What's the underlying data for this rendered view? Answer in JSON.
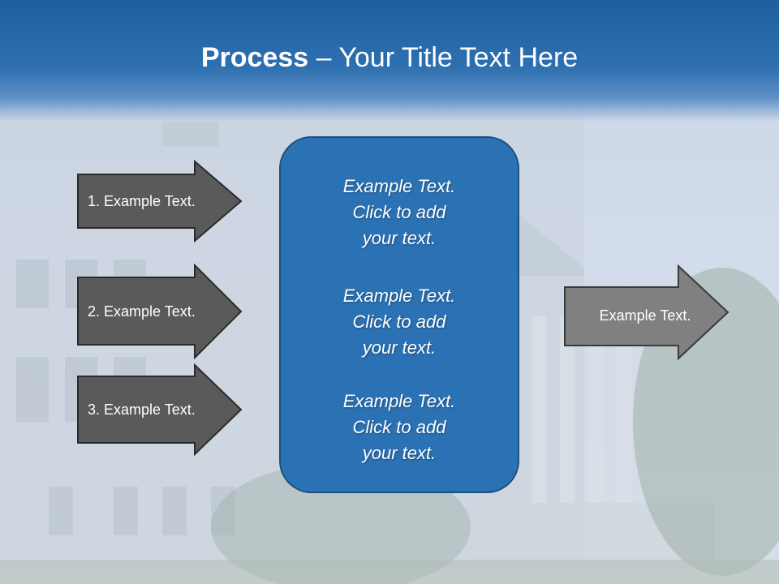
{
  "slide": {
    "title_bold": "Process",
    "title_rest": " – Your Title Text Here"
  },
  "inputs": [
    {
      "label": "1. Example Text."
    },
    {
      "label": "2. Example Text."
    },
    {
      "label": "3. Example Text."
    }
  ],
  "center": {
    "blocks": [
      {
        "line1": "Example Text.",
        "line2": "Click  to add",
        "line3": "your text."
      },
      {
        "line1": "Example Text.",
        "line2": "Click  to add",
        "line3": "your text."
      },
      {
        "line1": "Example Text.",
        "line2": "Click  to add",
        "line3": "your text."
      }
    ]
  },
  "output": {
    "label": "Example Text."
  },
  "colors": {
    "header": "#1f5f9e",
    "input_arrow": "#5a5a5a",
    "output_arrow": "#808080",
    "center_box": "#2b72b5"
  }
}
